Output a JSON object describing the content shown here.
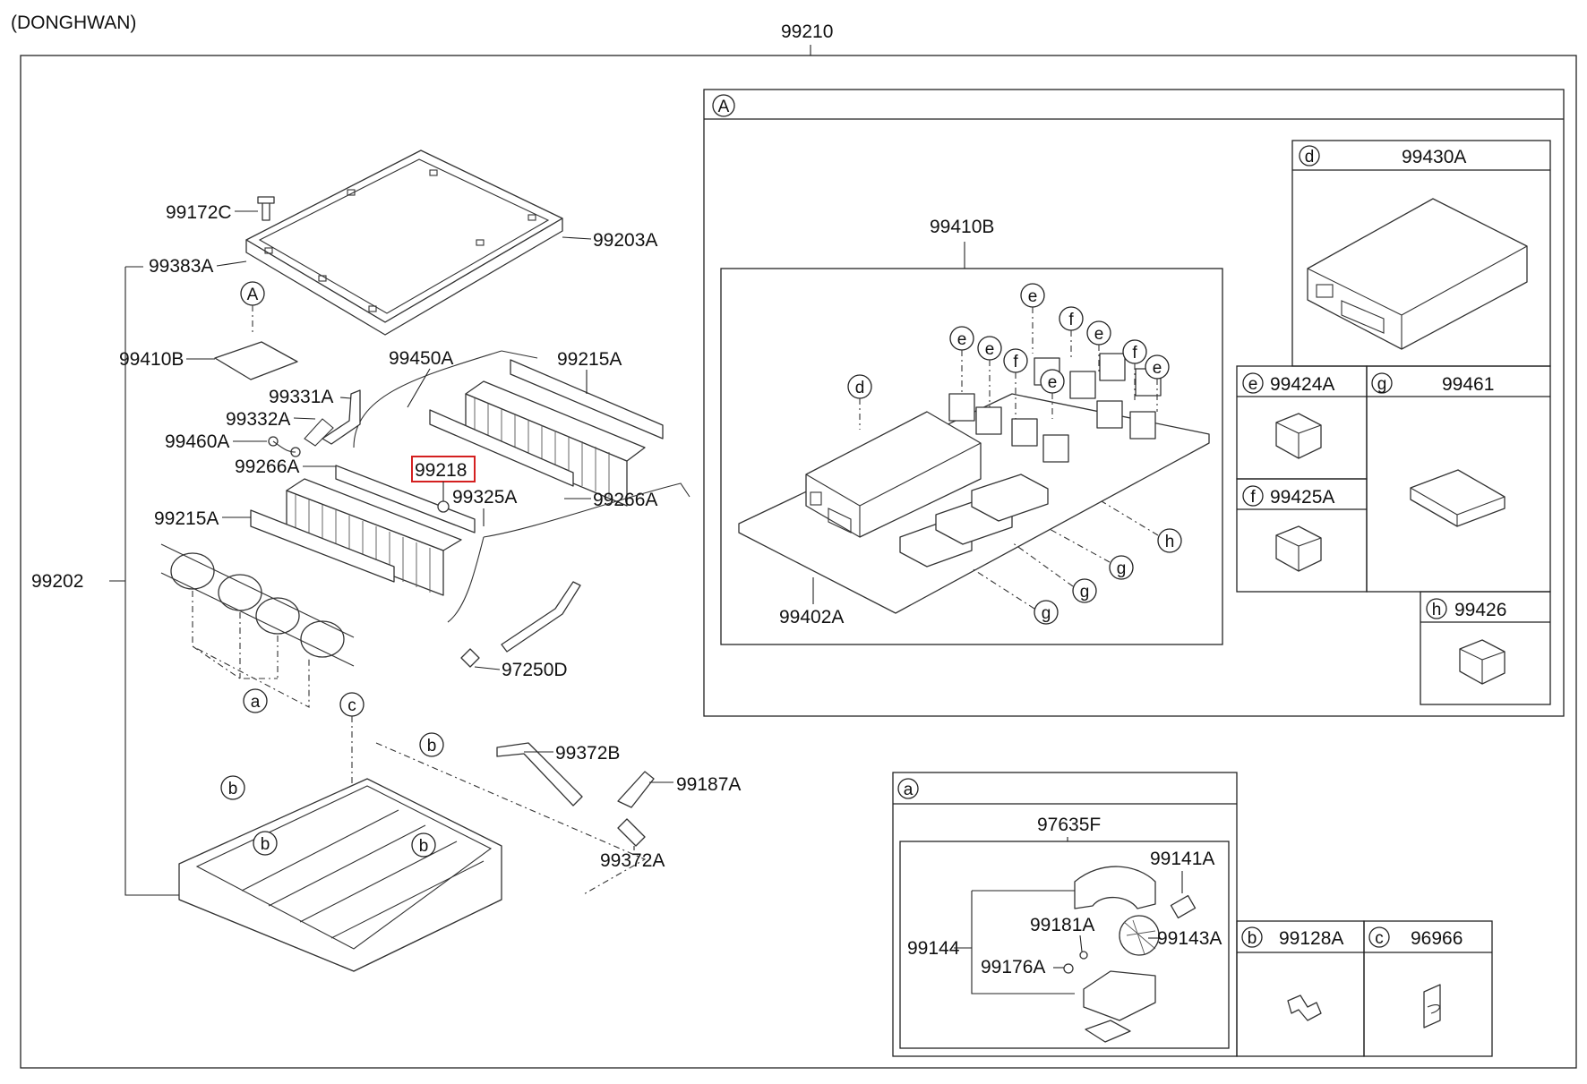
{
  "header": {
    "manufacturer": "(DONGHWAN)",
    "assembly_number": "99210"
  },
  "parts": {
    "p99172C": "99172C",
    "p99203A": "99203A",
    "p99383A": "99383A",
    "p99410B_left": "99410B",
    "p99450A": "99450A",
    "p99215A_top": "99215A",
    "p99331A": "99331A",
    "p99332A": "99332A",
    "p99460A": "99460A",
    "p99266A_left": "99266A",
    "p99218": "99218",
    "p99325A": "99325A",
    "p99266A_right": "99266A",
    "p99215A_left": "99215A",
    "p99202": "99202",
    "p97250D": "97250D",
    "p99372B": "99372B",
    "p99187A": "99187A",
    "p99372A": "99372A",
    "p99410B_detail": "99410B",
    "p99402A": "99402A",
    "p99430A": "99430A",
    "p99424A": "99424A",
    "p99461": "99461",
    "p99425A": "99425A",
    "p99426": "99426",
    "p97635F": "97635F",
    "p99141A": "99141A",
    "p99181A": "99181A",
    "p99143A": "99143A",
    "p99144": "99144",
    "p99176A": "99176A",
    "p99128A": "99128A",
    "p96966": "96966"
  },
  "callouts": {
    "A": "A",
    "a": "a",
    "b": "b",
    "c": "c",
    "d": "d",
    "e": "e",
    "f": "f",
    "g": "g",
    "h": "h"
  },
  "highlight": {
    "part": "99218",
    "color": "#d42020"
  }
}
